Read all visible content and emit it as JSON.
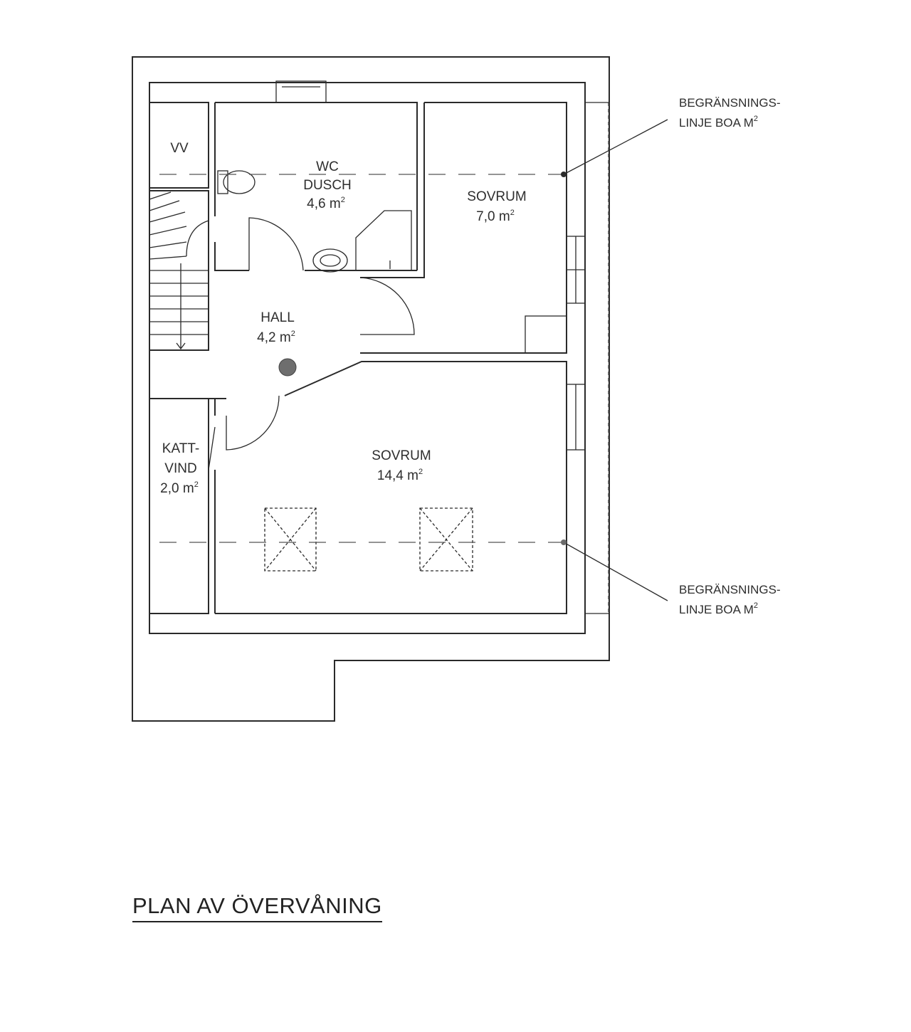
{
  "rooms": {
    "vv": {
      "name": "VV"
    },
    "wc": {
      "name_line1": "WC",
      "name_line2": "DUSCH",
      "area": "4,6 m",
      "unit_sup": "2"
    },
    "sovrum_small": {
      "name": "SOVRUM",
      "area": "7,0 m",
      "unit_sup": "2"
    },
    "hall": {
      "name": "HALL",
      "area": "4,2 m",
      "unit_sup": "2"
    },
    "kattvind": {
      "name_line1": "KATT-",
      "name_line2": "VIND",
      "area": "2,0 m",
      "unit_sup": "2"
    },
    "sovrum_large": {
      "name": "SOVRUM",
      "area": "14,4 m",
      "unit_sup": "2"
    }
  },
  "annotations": {
    "top": {
      "line1": "BEGRÄNSNINGS-",
      "line2": "LINJE BOA M",
      "sup": "2"
    },
    "bottom": {
      "line1": "BEGRÄNSNINGS-",
      "line2": "LINJE BOA M",
      "sup": "2"
    }
  },
  "title": "PLAN AV ÖVERVÅNING",
  "colors": {
    "lines": "#2a2a2a",
    "chimney": "#6e6e6e"
  }
}
